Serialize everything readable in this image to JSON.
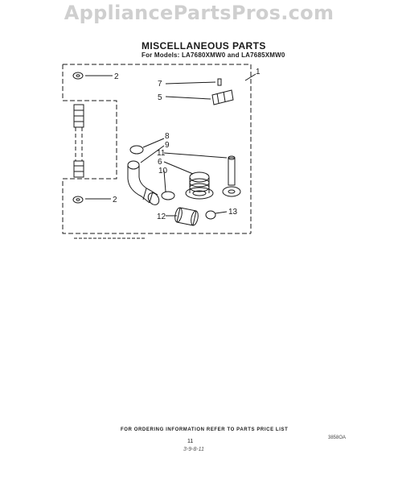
{
  "watermark": "AppliancePartsPros.com",
  "header": {
    "title": "MISCELLANEOUS PARTS",
    "subtitle": "For Models: LA7680XMW0  and LA7685XMW0"
  },
  "callouts": [
    "1",
    "2",
    "2",
    "5",
    "6",
    "7",
    "8",
    "9",
    "10",
    "11",
    "12",
    "13"
  ],
  "footer": {
    "note": "FOR ORDERING INFORMATION REFER TO PARTS PRICE LIST",
    "page": "11",
    "handwritten": "3-9-8-11",
    "code": "3858OA"
  }
}
